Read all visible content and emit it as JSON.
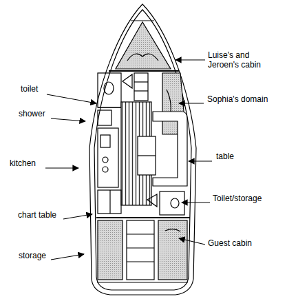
{
  "diagram": {
    "labels": [
      "Luise's and Jeroen's cabin",
      "toilet",
      "Sophia's domain",
      "shower",
      "table",
      "kitchen",
      "Toilet/storage",
      "chart table",
      "storage",
      "Guest cabin"
    ]
  }
}
